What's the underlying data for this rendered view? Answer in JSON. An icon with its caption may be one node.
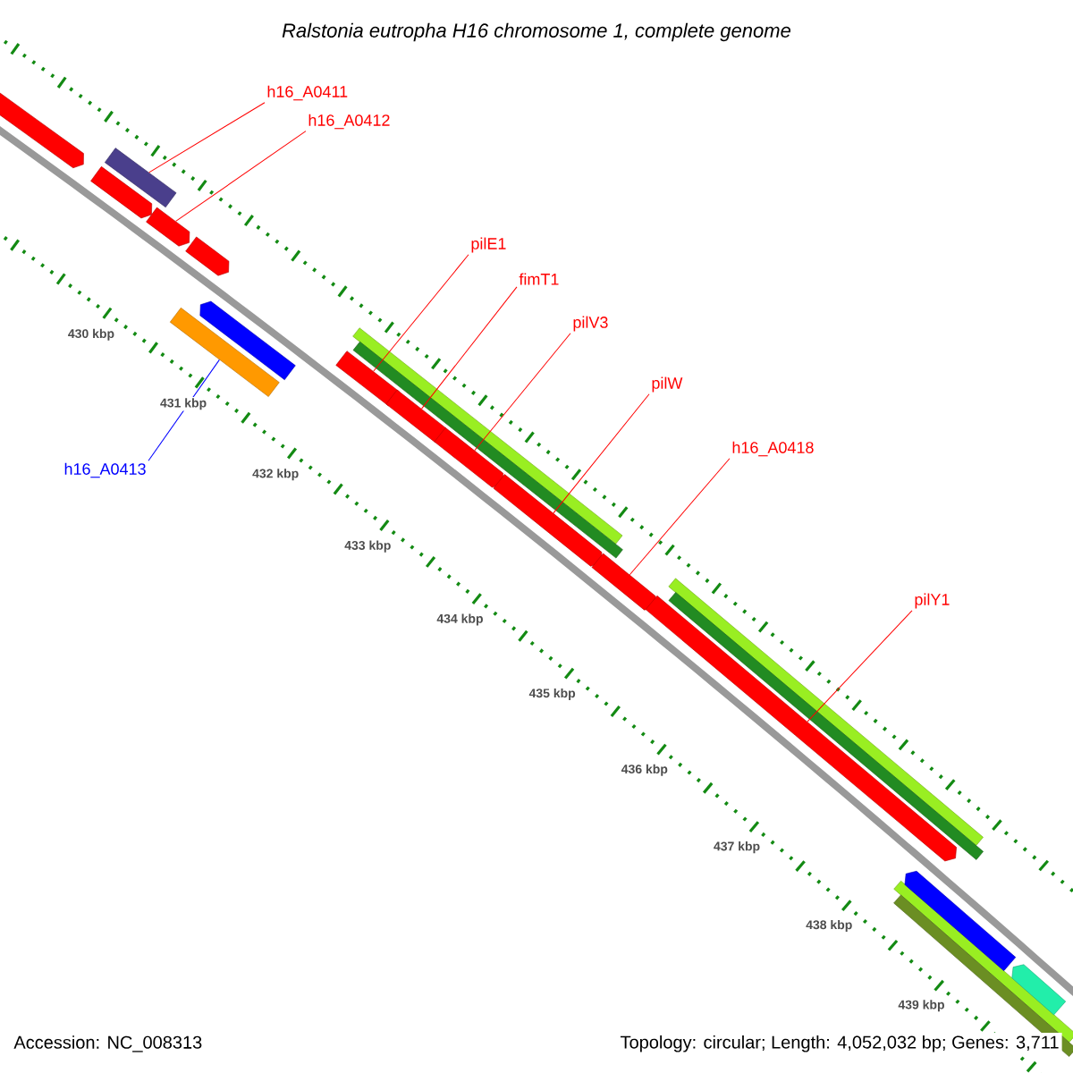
{
  "diagram": {
    "title": "Ralstonia eutropha H16 chromosome 1, complete genome",
    "nodes": [
      {
        "text": [
          "h16_A0411"
        ]
      },
      {
        "text": [
          "h16_A0412"
        ]
      },
      {
        "text": [
          "pilE1"
        ]
      },
      {
        "text": [
          "fimT1"
        ]
      },
      {
        "text": [
          "pilV3"
        ]
      },
      {
        "text": [
          "pilW"
        ]
      },
      {
        "text": [
          "h16_A0418"
        ]
      },
      {
        "text": [
          "h16_A0413"
        ]
      },
      {
        "text": [
          "pilY1"
        ]
      },
      {
        "text": [],
        "shape": "arrow"
      },
      {
        "text": [],
        "shape": "arrow"
      },
      {
        "text": [],
        "shape": "bar"
      },
      {
        "text": [],
        "shape": "arrow"
      },
      {
        "text": [],
        "shape": "bar"
      },
      {
        "text": [],
        "shape": "arrow"
      },
      {
        "text": [],
        "shape": "arrow"
      },
      {
        "text": [],
        "shape": "arrow"
      },
      {
        "text": [],
        "shape": "bar"
      },
      {
        "text": [],
        "shape": "bar"
      },
      {
        "text": [],
        "shape": "arrow"
      },
      {
        "text": [],
        "shape": "arrow"
      },
      {
        "text": [],
        "shape": "arrow"
      },
      {
        "text": [],
        "shape": "arrow"
      },
      {
        "text": [],
        "shape": "arrow"
      },
      {
        "text": [],
        "shape": "bar"
      },
      {
        "text": [],
        "shape": "bar"
      },
      {
        "text": [],
        "shape": "bar"
      },
      {
        "text": [],
        "shape": "bar"
      },
      {
        "text": [],
        "shape": "arrow"
      },
      {
        "text": [],
        "shape": "arrow"
      }
    ],
    "edges": [
      {
        "from": 0,
        "to": 11,
        "arrow": "none"
      },
      {
        "from": 1,
        "to": 12,
        "arrow": "none"
      },
      {
        "from": 2,
        "to": 16,
        "arrow": "none"
      },
      {
        "from": 3,
        "to": 19,
        "arrow": "none"
      },
      {
        "from": 4,
        "to": 20,
        "arrow": "none"
      },
      {
        "from": 5,
        "to": 21,
        "arrow": "none"
      },
      {
        "from": 6,
        "to": 22,
        "arrow": "none"
      },
      {
        "from": 7,
        "to": 13,
        "arrow": "none",
        "color": "#0000ff"
      },
      {
        "from": 8,
        "to": 23,
        "arrow": "none"
      }
    ],
    "labels": [
      "430 kbp",
      "431 kbp",
      "432 kbp",
      "433 kbp",
      "434 kbp",
      "435 kbp",
      "436 kbp",
      "437 kbp",
      "438 kbp",
      "439 kbp",
      "Accession: NC_008313",
      "Topology: circular; Length: 4,052,032 bp; Genes: 3,711"
    ]
  }
}
